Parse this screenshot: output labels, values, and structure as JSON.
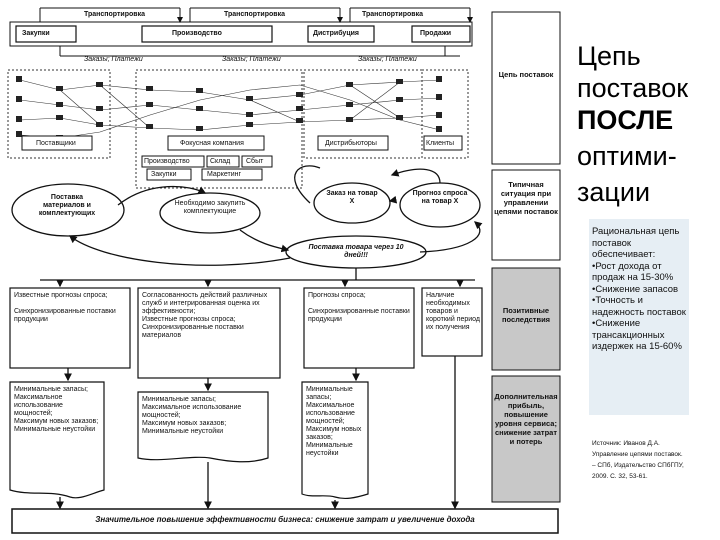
{
  "slide": {
    "title_line1": "Цепь",
    "title_line2": "поставок",
    "title_line3": "ПОСЛЕ",
    "title_line4": "оптими-",
    "title_line5": "зации",
    "info_heading": "Рациональная цепь поставок обеспечивает:",
    "info_items": [
      "•Рост дохода от продаж на 15-30%",
      "•Снижение запасов",
      "•Точность и надежность поставок",
      "•Снижение трансакционных издержек на 15-60%"
    ],
    "source": "Источник: Иванов Д.А. Управление цепями поставок. – СПб, Издательство СПбГПУ, 2009. С. 32, 53-61."
  },
  "diagram": {
    "transport_labels": [
      "Транспортировка",
      "Транспортировка",
      "Транспортировка"
    ],
    "stages": [
      "Закупки",
      "Производство",
      "Дистрибуция",
      "Продажи"
    ],
    "flow_labels": [
      "Заказы; Платежи",
      "Заказы; Платежи",
      "Заказы; Платежи"
    ],
    "network": {
      "suppliers": "Поставщики",
      "focus": "Фокусная компания",
      "distributors": "Дистрибьюторы",
      "clients": "Клиенты",
      "functions": [
        "Производство",
        "Склад",
        "Сбыт",
        "Закупки",
        "Маркетинг"
      ]
    },
    "ovals": {
      "supply": "Поставка материалов и комплектующих",
      "need": "Необходимо закупить комплектующие",
      "order": "Заказ на товар Х",
      "forecast": "Прогноз спроса на товар Х",
      "delivery": "Поставка товара через 10 дней!!!"
    },
    "side_labels": {
      "chain": "Цепь поставок",
      "typical": "Типичная ситуация при управлении цепями поставок",
      "positive": "Позитивные последствия",
      "extra": "Дополнительная прибыль, повышение уровня сервиса; снижение затрат и потерь"
    },
    "columns": [
      {
        "top": "Известные прогнозы спроса;\n\nСинхронизированные поставки продукции",
        "bottom": "Минимальные запасы;\nМаксимальное использование мощностей;\nМаксимум новых заказов;\nМинимальные неустойки"
      },
      {
        "top": "Согласованность действий различных служб и интегрированная оценка их эффективности;\nИзвестные прогнозы спроса;\nСинхронизированные поставки материалов",
        "bottom": "Минимальные запасы;\nМаксимальное использование мощностей;\nМаксимум новых заказов;\nМинимальные неустойки"
      },
      {
        "top": "Прогнозы спроса;\n\nСинхронизированные поставки продукции",
        "bottom": "Минимальные запасы;\nМаксимальное использование мощностей;\nМаксимум новых заказов;\nМинимальные неустойки"
      },
      {
        "top": "Наличие необходимых товаров и короткий период их получения",
        "bottom": ""
      }
    ],
    "result": "Значительное повышение эффективности бизнеса: снижение затрат и увеличение дохода"
  }
}
